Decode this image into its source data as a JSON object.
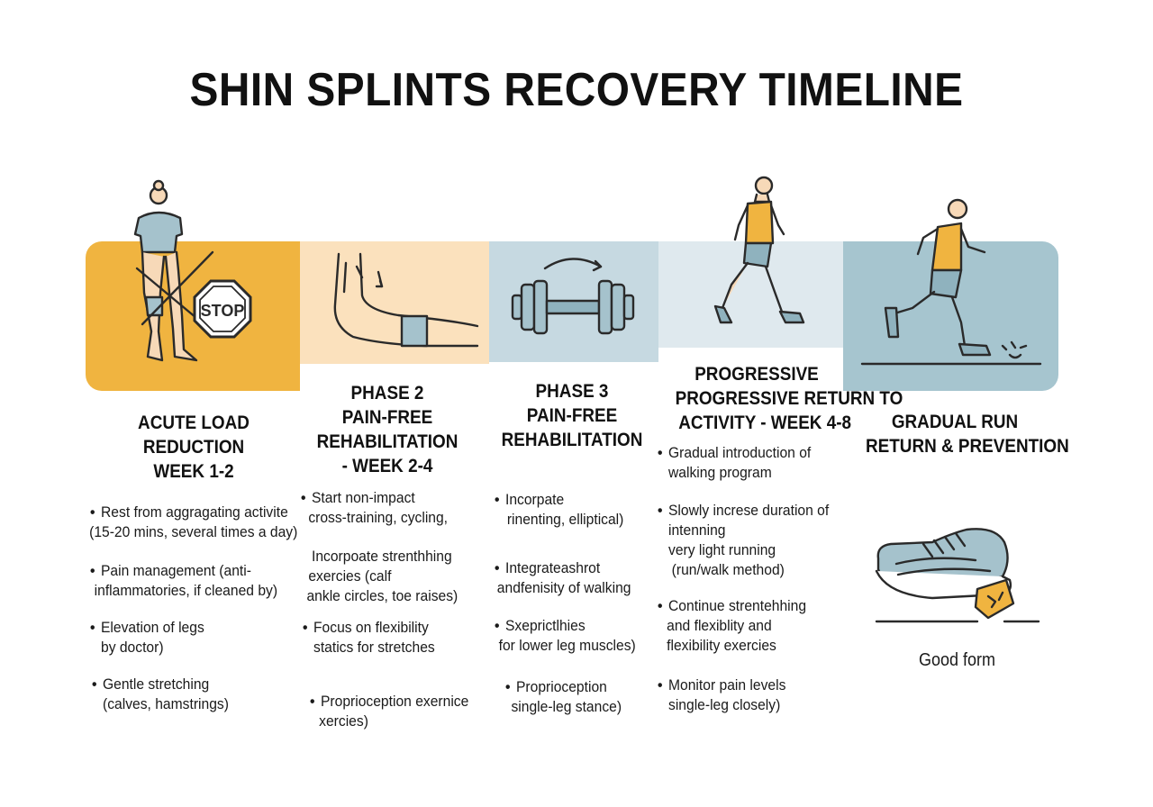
{
  "title": "SHIN SPLINTS RECOVERY TIMELINE",
  "illustration_labels": {
    "stop_sign": "STOP"
  },
  "colors": {
    "phase1": "#f0b440",
    "phase2": "#fbe1bd",
    "phase3": "#c6d9e1",
    "phase4": "#dfe9ee",
    "phase5": "#a6c5cf"
  },
  "phases": [
    {
      "heading": [
        "ACUTE LOAD",
        "REDUCTION",
        "WEEK 1-2"
      ],
      "icon": "stop-person-icon",
      "bullets": [
        [
          "Rest from aggragating activite",
          "(15-20 mins, several times a day)"
        ],
        [
          "Pain management (anti-",
          "inflammatories, if cleaned by)"
        ],
        [
          "Elevation of legs",
          "by doctor)"
        ],
        [
          "Gentle stretching",
          "(calves, hamstrings)"
        ]
      ]
    },
    {
      "heading": [
        "PHASE 2",
        "PAIN-FREE",
        "REHABILITATION",
        "- WEEK 2-4"
      ],
      "icon": "shin-leg-icon",
      "bullets": [
        [
          "Start non-impact",
          "cross-training, cycling,"
        ],
        [
          "Incorpoate strenthhing",
          "exercies (calf",
          "ankle circles, toe raises)"
        ],
        [
          "Focus on flexibility",
          "statics for stretches"
        ],
        [
          "Proprioception exernice",
          "xercies)"
        ]
      ]
    },
    {
      "heading": [
        "PHASE 3",
        "PAIN-FREE",
        "REHABILITATION"
      ],
      "icon": "dumbbell-icon",
      "bullets": [
        [
          "Incorpate",
          "rinenting, elliptical)"
        ],
        [
          "Integrateashrot",
          "andfenisity of walking"
        ],
        [
          "Sxeprictlhies",
          "for lower leg muscles)"
        ],
        [
          "Proprioception",
          "single-leg stance)"
        ]
      ]
    },
    {
      "heading": [
        "PROGRESSIVE",
        "PROGRESSIVE RETURN TO",
        "ACTIVITY - WEEK 4-8"
      ],
      "icon": "walking-person-icon",
      "bullets": [
        [
          "Gradual introduction of",
          "walking program"
        ],
        [
          "Slowly increse duration of",
          "intenning",
          "very light running",
          "(run/walk method)"
        ],
        [
          "Continue strentehhing",
          "and flexiblity and",
          "flexibility exercies"
        ],
        [
          "Monitor pain levels",
          "single-leg closely)"
        ]
      ]
    },
    {
      "heading": [
        "GRADUAL RUN",
        "RETURN & PREVENTION"
      ],
      "icon": "running-person-icon",
      "bullets": []
    }
  ],
  "shoe_caption": "Good form"
}
